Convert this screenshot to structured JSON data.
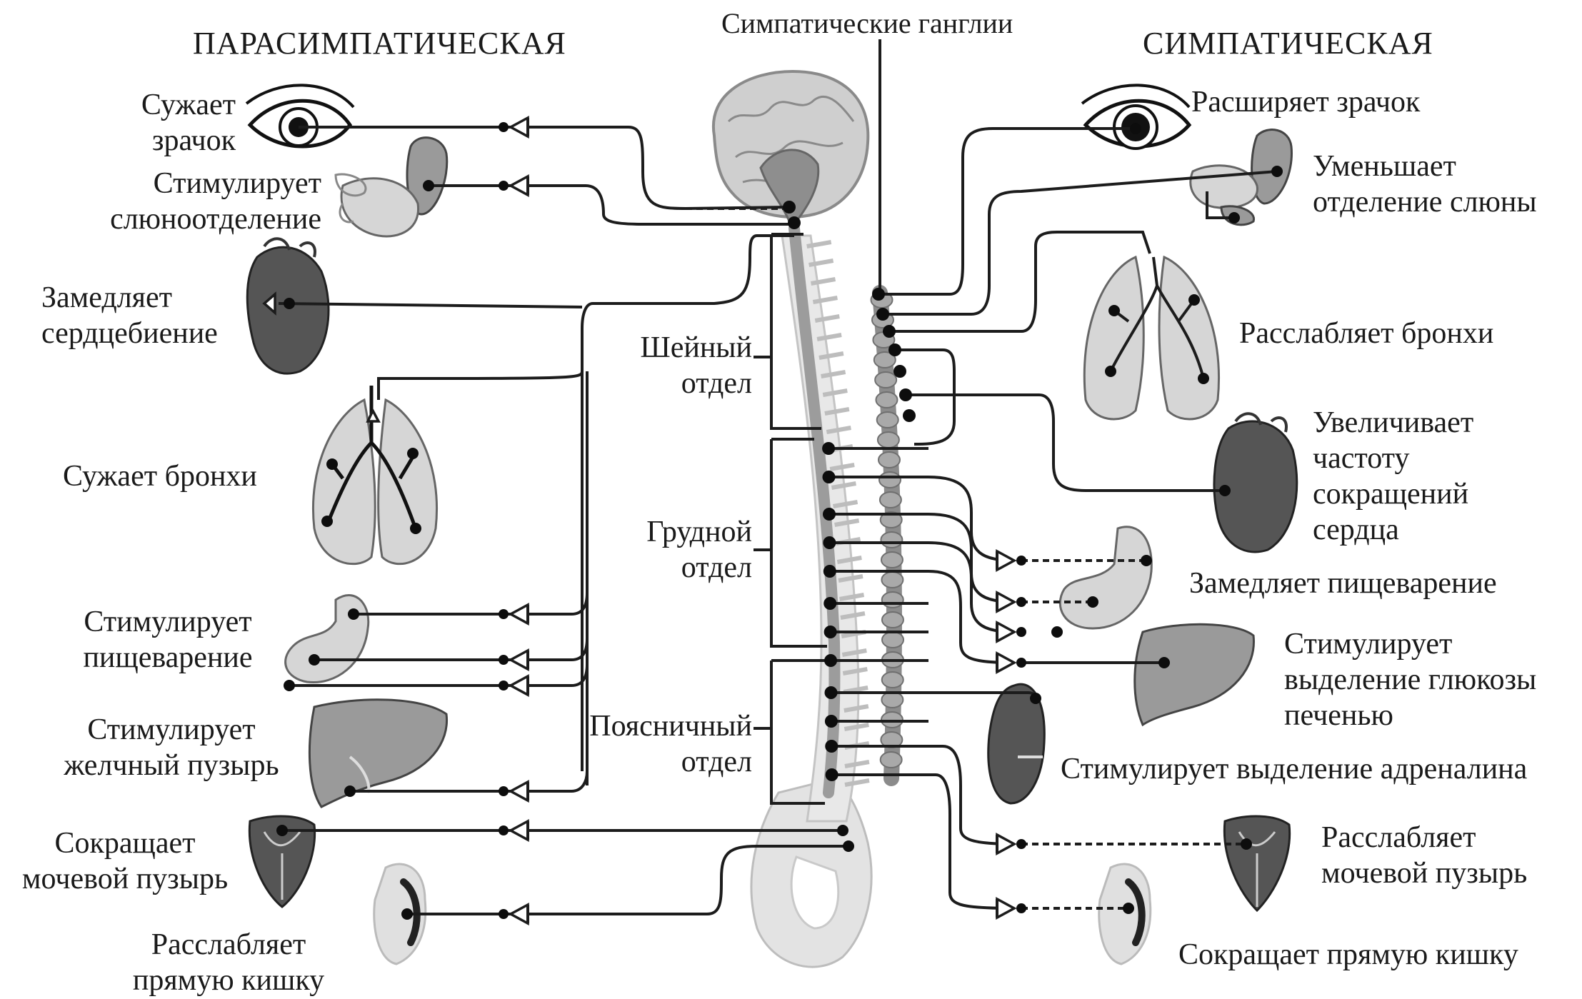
{
  "headers": {
    "parasympathetic": "ПАРАСИМПАТИЧЕСКАЯ",
    "sympathetic": "СИМПАТИЧЕСКАЯ",
    "ganglia": "Симпатические ганглии"
  },
  "sections": {
    "cervical": "Шейный\nотдел",
    "thoracic": "Грудной\nотдел",
    "lumbar": "Поясничный\nотдел"
  },
  "left": {
    "pupil": "Сужает\nзрачок",
    "saliva": "Стимулирует\nслюноотделение",
    "heart": "Замедляет\nсердцебиение",
    "bronchi": "Сужает бронхи",
    "digestion": "Стимулирует\nпищеварение",
    "gallbladder": "Стимулирует\nжелчный пузырь",
    "bladder": "Сокращает\nмочевой пузырь",
    "rectum": "Расслабляет\nпрямую кишку"
  },
  "right": {
    "pupil": "Расширяет зрачок",
    "saliva": "Уменьшает\nотделение слюны",
    "bronchi": "Расслабляет бронхи",
    "heart": "Увеличивает\nчастоту\nсокращений\nсердца",
    "digestion": "Замедляет пищеварение",
    "glucose": "Стимулирует\nвыделение глюкозы\nпеченью",
    "adrenaline": "Стимулирует выделение адреналина",
    "bladder": "Расслабляет\nмочевой пузырь",
    "rectum": "Сокращает прямую кишку"
  }
}
